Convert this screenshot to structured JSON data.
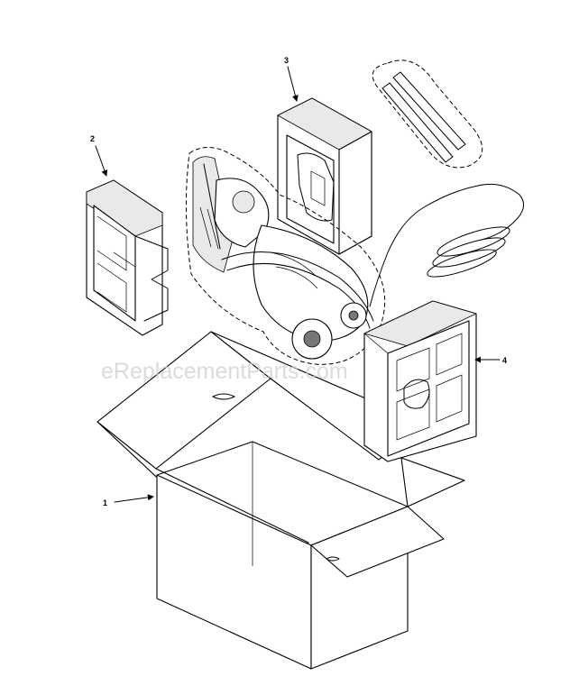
{
  "diagram": {
    "watermark": "eReplacementParts.com",
    "callouts": [
      {
        "id": "1",
        "label": "1"
      },
      {
        "id": "2",
        "label": "2"
      },
      {
        "id": "3",
        "label": "3"
      },
      {
        "id": "4",
        "label": "4"
      }
    ],
    "parts": [
      {
        "name": "shipping-carton"
      },
      {
        "name": "foam-end-cap-left"
      },
      {
        "name": "foam-end-cap-top"
      },
      {
        "name": "foam-end-cap-right"
      },
      {
        "name": "vacuum-upper-assembly"
      },
      {
        "name": "power-cord"
      },
      {
        "name": "wand-tubes"
      }
    ]
  }
}
